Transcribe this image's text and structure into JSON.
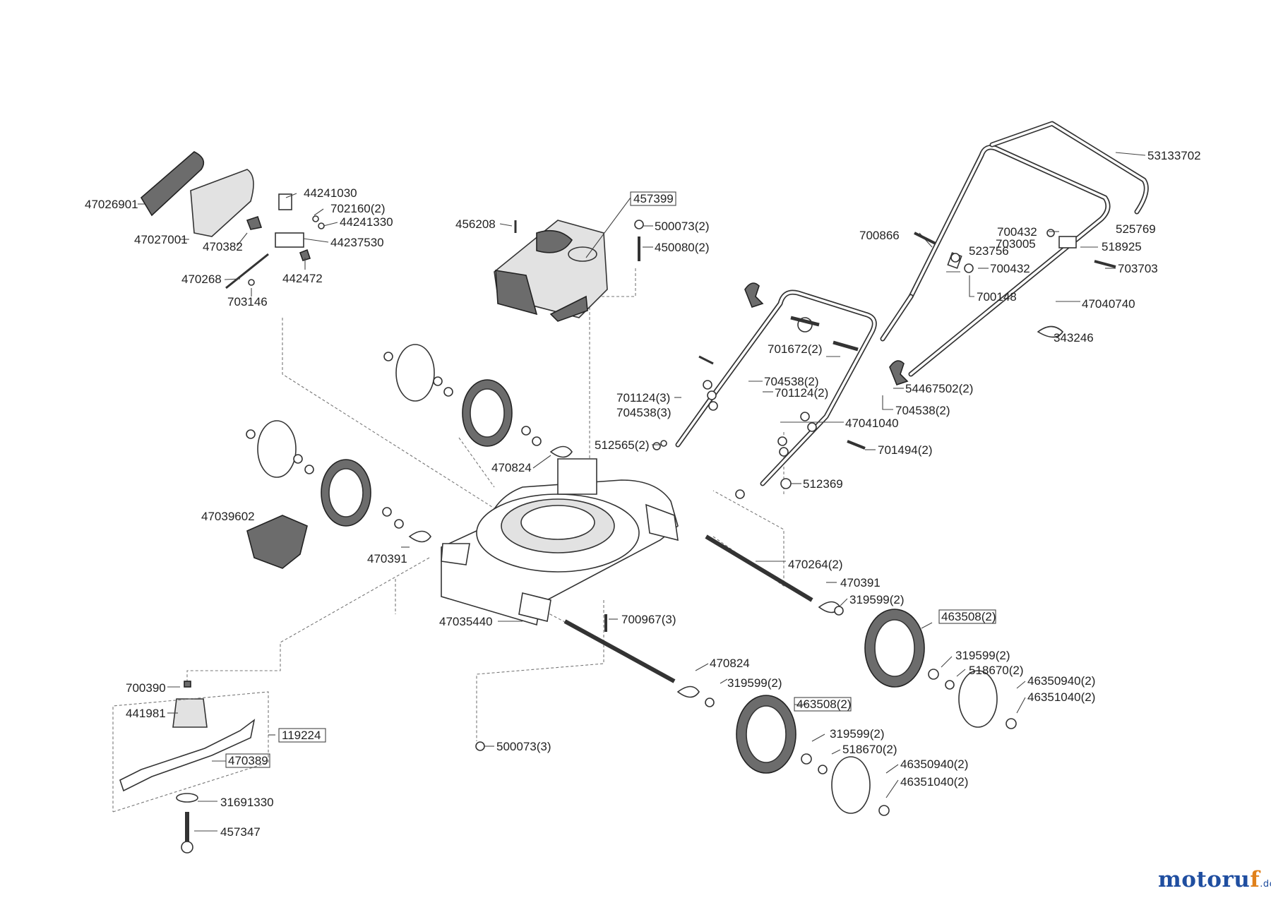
{
  "brand": {
    "name_part1": "motoru",
    "name_part2": "f",
    "suffix": ".de",
    "color_primary": "#1f4ea0",
    "color_accent": "#e0801a"
  },
  "parts": [
    {
      "id": "53133702",
      "label": "53133702"
    },
    {
      "id": "457399",
      "label": "457399",
      "boxed": true
    },
    {
      "id": "456208",
      "label": "456208"
    },
    {
      "id": "500073_2",
      "label": "500073(2)"
    },
    {
      "id": "450080_2",
      "label": "450080(2)"
    },
    {
      "id": "44241030",
      "label": "44241030"
    },
    {
      "id": "702160_2",
      "label": "702160(2)"
    },
    {
      "id": "44241330",
      "label": "44241330"
    },
    {
      "id": "47026901",
      "label": "47026901"
    },
    {
      "id": "47027001",
      "label": "47027001"
    },
    {
      "id": "470382",
      "label": "470382"
    },
    {
      "id": "44237530",
      "label": "44237530"
    },
    {
      "id": "470268",
      "label": "470268"
    },
    {
      "id": "442472",
      "label": "442472"
    },
    {
      "id": "703146",
      "label": "703146"
    },
    {
      "id": "700866",
      "label": "700866"
    },
    {
      "id": "700432_a",
      "label": "700432"
    },
    {
      "id": "525769",
      "label": "525769"
    },
    {
      "id": "523756",
      "label": "523756"
    },
    {
      "id": "703005",
      "label": "703005"
    },
    {
      "id": "518925",
      "label": "518925"
    },
    {
      "id": "700432_b",
      "label": "700432"
    },
    {
      "id": "703703",
      "label": "703703"
    },
    {
      "id": "700148",
      "label": "700148"
    },
    {
      "id": "47040740",
      "label": "47040740"
    },
    {
      "id": "343246",
      "label": "343246"
    },
    {
      "id": "701672_2",
      "label": "701672(2)"
    },
    {
      "id": "704538_2_a",
      "label": "704538(2)"
    },
    {
      "id": "701124_3",
      "label": "701124(3)"
    },
    {
      "id": "701124_2",
      "label": "701124(2)"
    },
    {
      "id": "54467502_2",
      "label": "54467502(2)"
    },
    {
      "id": "704538_3",
      "label": "704538(3)"
    },
    {
      "id": "704538_2_b",
      "label": "704538(2)"
    },
    {
      "id": "47041040",
      "label": "47041040"
    },
    {
      "id": "512565_2",
      "label": "512565(2)"
    },
    {
      "id": "701494_2",
      "label": "701494(2)"
    },
    {
      "id": "470824_a",
      "label": "470824"
    },
    {
      "id": "512369",
      "label": "512369"
    },
    {
      "id": "47039602",
      "label": "47039602"
    },
    {
      "id": "470391_a",
      "label": "470391"
    },
    {
      "id": "470264_2",
      "label": "470264(2)"
    },
    {
      "id": "470391_b",
      "label": "470391"
    },
    {
      "id": "319599_2_a",
      "label": "319599(2)"
    },
    {
      "id": "463508_2_a",
      "label": "463508(2)",
      "boxed": true
    },
    {
      "id": "47035440",
      "label": "47035440"
    },
    {
      "id": "700967_3",
      "label": "700967(3)"
    },
    {
      "id": "319599_2_b",
      "label": "319599(2)"
    },
    {
      "id": "518670_2_a",
      "label": "518670(2)"
    },
    {
      "id": "46350940_2_a",
      "label": "46350940(2)"
    },
    {
      "id": "46351040_2_a",
      "label": "46351040(2)"
    },
    {
      "id": "470824_b",
      "label": "470824"
    },
    {
      "id": "319599_2_c",
      "label": "319599(2)"
    },
    {
      "id": "700390",
      "label": "700390"
    },
    {
      "id": "463508_2_b",
      "label": "463508(2)",
      "boxed": true
    },
    {
      "id": "441981",
      "label": "441981"
    },
    {
      "id": "119224",
      "label": "119224",
      "boxed": true
    },
    {
      "id": "319599_2_d",
      "label": "319599(2)"
    },
    {
      "id": "518670_2_b",
      "label": "518670(2)"
    },
    {
      "id": "46350940_2_b",
      "label": "46350940(2)"
    },
    {
      "id": "470389",
      "label": "470389",
      "boxed": true
    },
    {
      "id": "46351040_2_b",
      "label": "46351040(2)"
    },
    {
      "id": "500073_3",
      "label": "500073(3)"
    },
    {
      "id": "31691330",
      "label": "31691330"
    },
    {
      "id": "457347",
      "label": "457347"
    }
  ]
}
